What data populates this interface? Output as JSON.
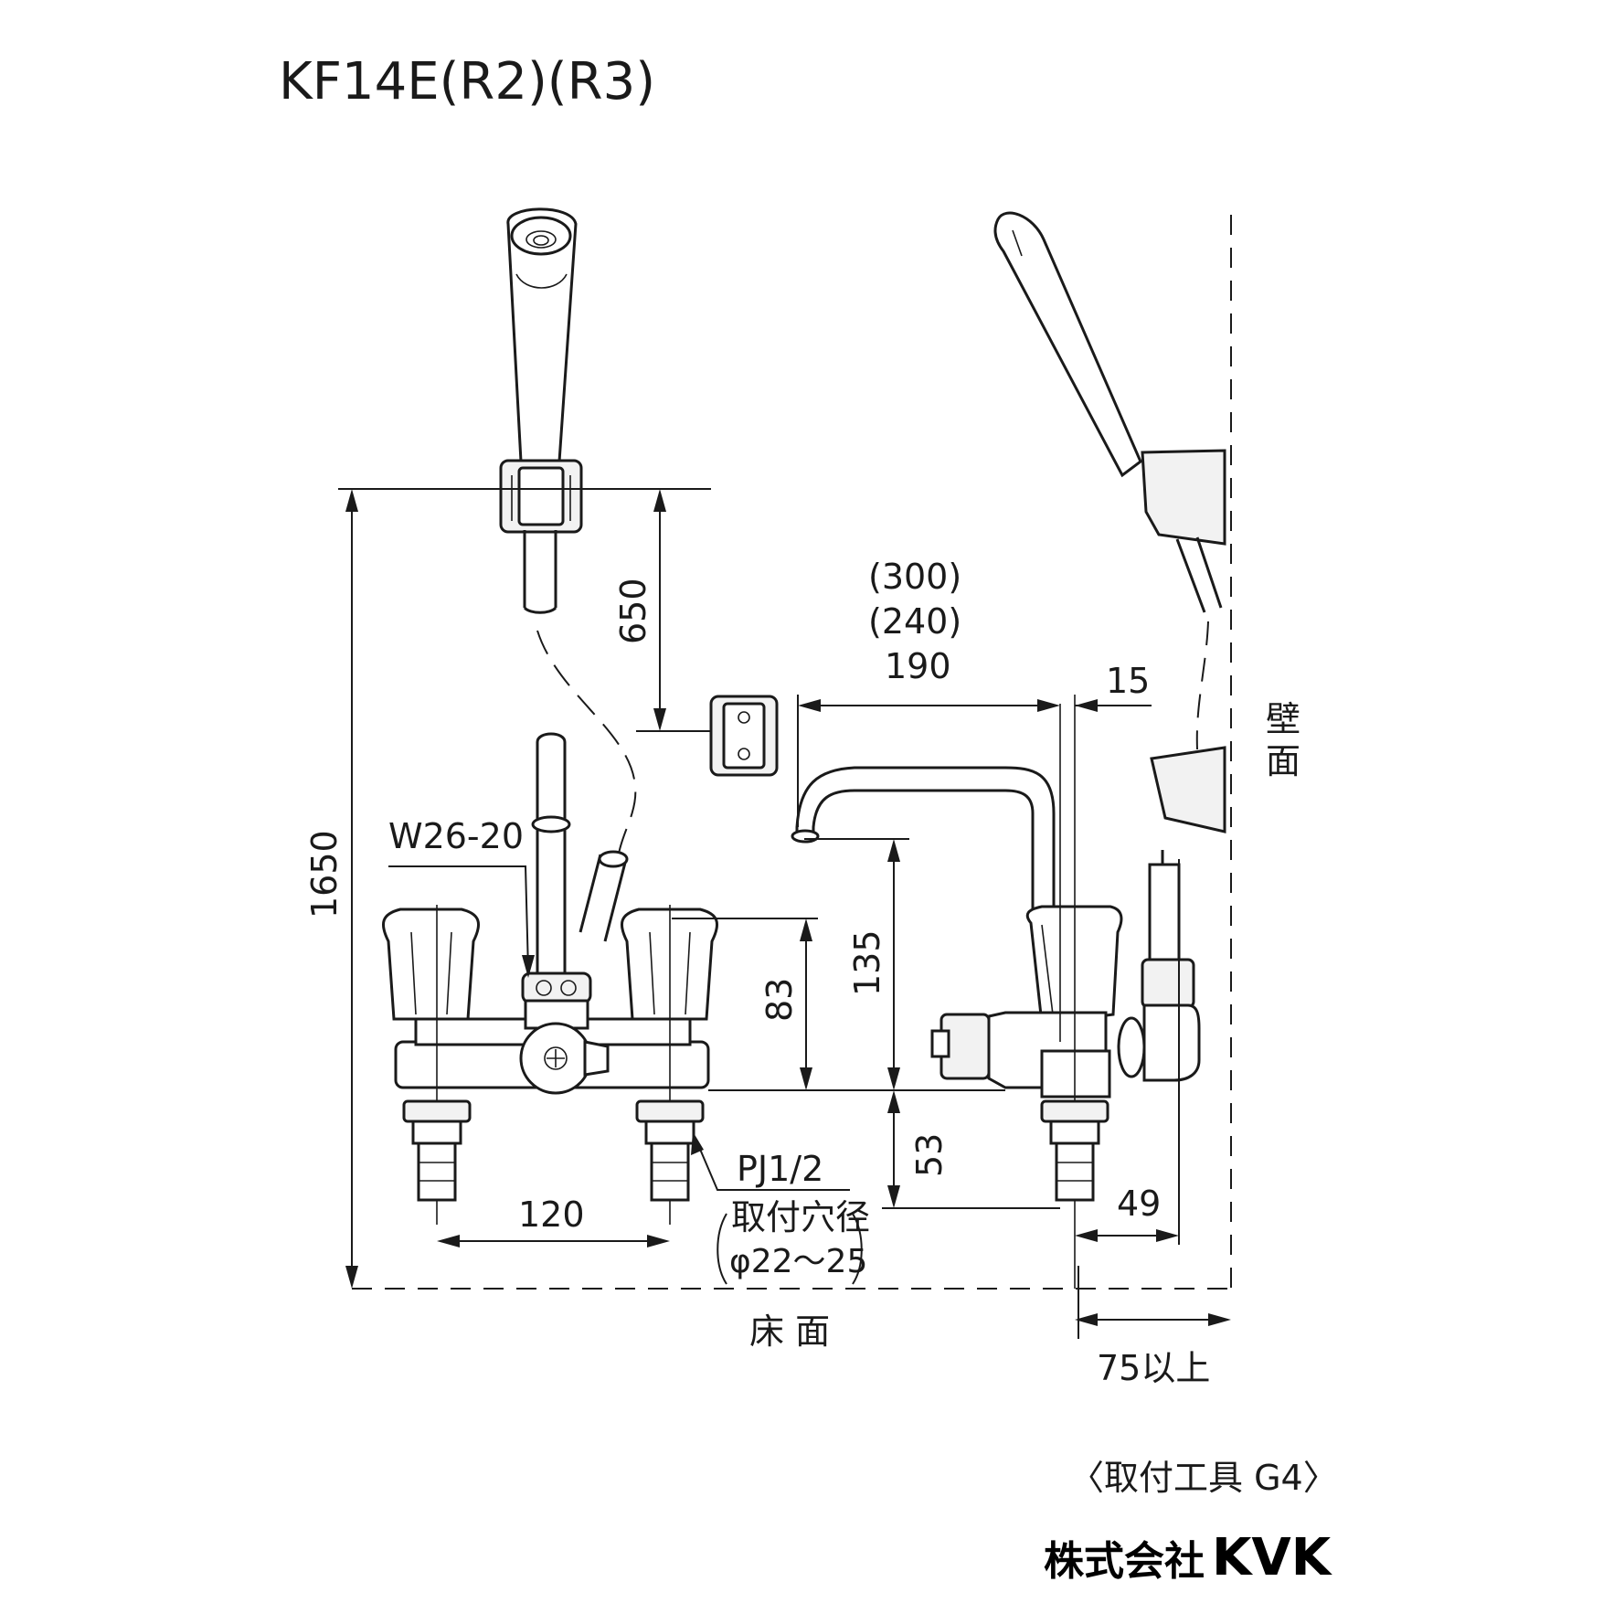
{
  "title": "KF14E(R2)(R3)",
  "dimensions": {
    "total_height": "1650",
    "hanger_height": "650",
    "spout_length_r3": "(300)",
    "spout_length_r2": "(240)",
    "spout_length": "190",
    "wall_offset_top": "15",
    "handle_height": "83",
    "spout_height": "135",
    "below_deck": "53",
    "pitch": "120",
    "wall_offset_bottom": "49",
    "min_wall_clearance": "75以上"
  },
  "labels": {
    "hose_connection": "W26-20",
    "thread": "PJ1/2",
    "hole_label": "取付穴径",
    "hole_size": "φ22〜25",
    "wall_char1": "壁",
    "wall_char2": "面",
    "floor": "床 面",
    "tool": "〈取付工具 G4〉"
  },
  "brand": {
    "company_prefix": "株式会社",
    "company_name": "KVK"
  }
}
